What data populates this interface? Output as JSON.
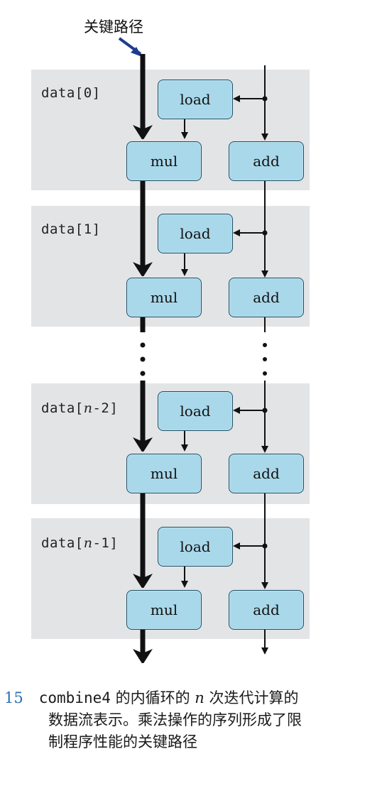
{
  "critical_path_label": "关键路径",
  "iterations": [
    {
      "data_prefix": "data[",
      "index_text": "0",
      "index_italic": "",
      "index_suffix": "",
      "data_suffix": "]"
    },
    {
      "data_prefix": "data[",
      "index_text": "1",
      "index_italic": "",
      "index_suffix": "",
      "data_suffix": "]"
    },
    {
      "data_prefix": "data[",
      "index_text": "",
      "index_italic": "n",
      "index_suffix": "-2",
      "data_suffix": "]"
    },
    {
      "data_prefix": "data[",
      "index_text": "",
      "index_italic": "n",
      "index_suffix": "-1",
      "data_suffix": "]"
    }
  ],
  "box_labels": {
    "load": "load",
    "mul": "mul",
    "add": "add"
  },
  "caption": {
    "figure_number": "15",
    "code": "combine4",
    "text_1": " 的内循环的 ",
    "italic_n": "n",
    "text_2": " 次迭代计算的",
    "line2": "数据流表示。乘法操作的序列形成了限",
    "line3": "制程序性能的关键路径"
  }
}
